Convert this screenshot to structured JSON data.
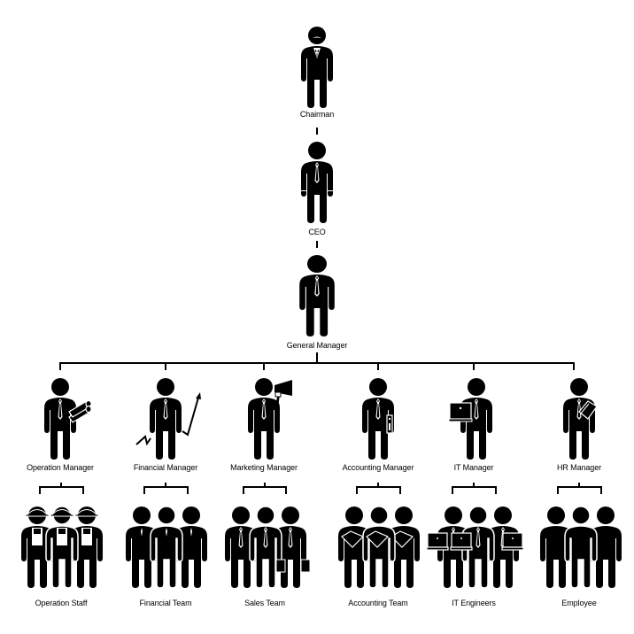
{
  "diagram": {
    "type": "organization-chart",
    "colors": {
      "ink": "#000000",
      "background": "#ffffff"
    },
    "top": [
      {
        "id": "chairman",
        "label": "Chairman",
        "icon": "chairman-bowtie-mustache-icon"
      },
      {
        "id": "ceo",
        "label": "CEO",
        "icon": "ceo-tie-icon"
      },
      {
        "id": "general-manager",
        "label": "General Manager",
        "icon": "general-manager-tie-icon"
      }
    ],
    "managers": [
      {
        "id": "operation-manager",
        "label": "Operation Manager",
        "icon": "manager-blueprints-icon",
        "team": {
          "label": "Operation Staff",
          "icon": "workers-hardhat-icon"
        }
      },
      {
        "id": "financial-manager",
        "label": "Financial Manager",
        "icon": "manager-growth-arrow-icon",
        "team": {
          "label": "Financial Team",
          "icon": "team-suits-icon"
        }
      },
      {
        "id": "marketing-manager",
        "label": "Marketing Manager",
        "icon": "manager-megaphone-icon",
        "team": {
          "label": "Sales Team",
          "icon": "team-briefcase-icon"
        }
      },
      {
        "id": "accounting-manager",
        "label": "Accounting Manager",
        "icon": "manager-calculator-icon",
        "team": {
          "label": "Accounting Team",
          "icon": "team-folders-icon"
        }
      },
      {
        "id": "it-manager",
        "label": "IT Manager",
        "icon": "manager-laptop-icon",
        "team": {
          "label": "IT Engineers",
          "icon": "team-laptops-icon"
        }
      },
      {
        "id": "hr-manager",
        "label": "HR Manager",
        "icon": "manager-folder-icon",
        "team": {
          "label": "Employee",
          "icon": "team-plain-icon"
        }
      }
    ]
  }
}
